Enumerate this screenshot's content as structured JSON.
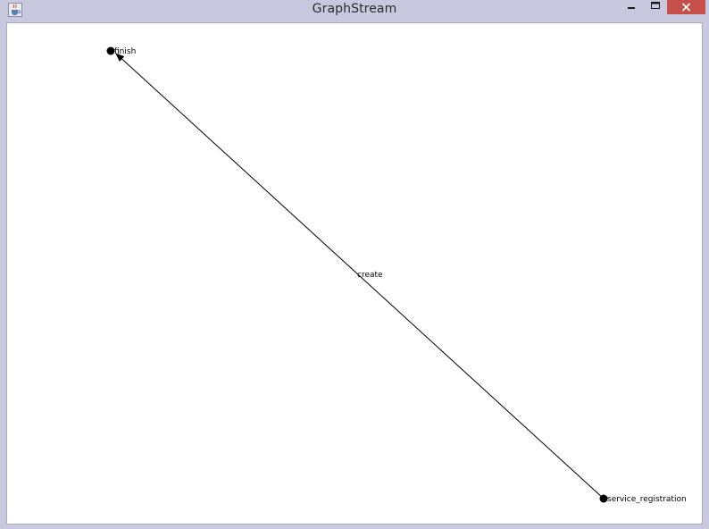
{
  "window": {
    "title": "GraphStream",
    "icon": "java-cup-icon",
    "controls": [
      "minimize-icon",
      "maximize-icon",
      "close-icon"
    ],
    "close_color": "#c7504b"
  },
  "graph": {
    "nodes": [
      {
        "id": "finish",
        "label": "finish"
      },
      {
        "id": "service_registration",
        "label": "service_registration"
      }
    ],
    "edges": [
      {
        "from": "service_registration",
        "to": "finish",
        "label": "create",
        "directed": true
      }
    ]
  }
}
